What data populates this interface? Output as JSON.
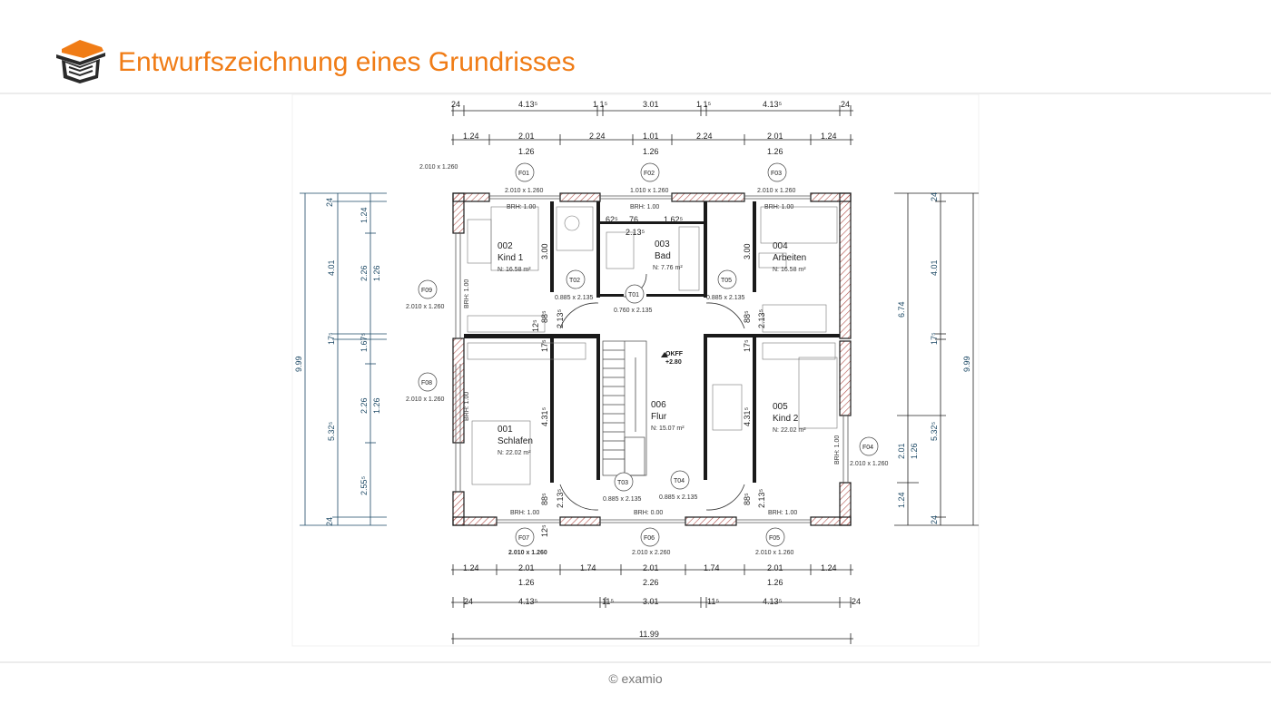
{
  "header": {
    "title": "Entwurfszeichnung eines Grundrisses",
    "logo_icon": "graduation-cap-icon",
    "accent_color": "#f07c16"
  },
  "footer": {
    "copyright": "© examio"
  },
  "plan": {
    "rooms": [
      {
        "number": "002",
        "name": "Kind 1",
        "area": "N: 16.58 m²"
      },
      {
        "number": "003",
        "name": "Bad",
        "area": "N: 7.76 m²"
      },
      {
        "number": "004",
        "name": "Arbeiten",
        "area": "N: 16.58 m²"
      },
      {
        "number": "001",
        "name": "Schlafen",
        "area": "N: 22.02 m²"
      },
      {
        "number": "006",
        "name": "Flur",
        "area": "N: 15.07 m²"
      },
      {
        "number": "005",
        "name": "Kind 2",
        "area": "N: 22.02 m²"
      }
    ],
    "top_dims_row1": [
      "24",
      "4.13⁵",
      "1 1⁵",
      "3.01",
      "1 1⁵",
      "4.13⁵",
      "24"
    ],
    "top_dims_row2": [
      "1.24",
      "2.01",
      "2.24",
      "1.01",
      "2.24",
      "2.01",
      "1.24"
    ],
    "top_dims_row2_sub": [
      "1.26",
      "1.26",
      "1.26"
    ],
    "bottom_dims_row1": [
      "1.24",
      "2.01",
      "1.74",
      "2.01",
      "1.74",
      "2.01",
      "1.24"
    ],
    "bottom_dims_row1_sub": [
      "1.26",
      "2.26",
      "1.26"
    ],
    "bottom_dims_row2": [
      "24",
      "4.13⁵",
      "11⁵",
      "3.01",
      "11⁵",
      "4.13⁵",
      "24"
    ],
    "total_width": "11.99",
    "left_dims_outer": [
      "24",
      "4.01",
      "17⁵",
      "5.32⁵",
      "24"
    ],
    "left_total": "9.99",
    "left_dims_inner": [
      "1.24",
      "2.26",
      "1.26",
      "1.67⁵",
      "2.26",
      "1.26",
      "2.55⁵"
    ],
    "right_dims": [
      "24",
      "4.01",
      "17⁵",
      "5.32⁵",
      "24"
    ],
    "right_total": "9.99",
    "right_mid": "6.74",
    "right_inner": [
      "2.01",
      "1.26",
      "1.24"
    ],
    "windows": [
      {
        "tag": "F01",
        "size": "2.010 x 1.260"
      },
      {
        "tag": "F02",
        "size": "1.010 x 1.260"
      },
      {
        "tag": "F03",
        "size": "2.010 x 1.260"
      },
      {
        "tag": "F09",
        "size": "2.010 x 1.260"
      },
      {
        "tag": "F08",
        "size": "2.010 x 1.260"
      },
      {
        "tag": "F04",
        "size": "2.010 x 1.260"
      },
      {
        "tag": "F07",
        "size": "2.010 x 1.260"
      },
      {
        "tag": "F06",
        "size": "2.010 x 2.260"
      },
      {
        "tag": "F05",
        "size": "2.010 x 1.260"
      }
    ],
    "topleft_size": "2.010 x 1.260",
    "doors": [
      {
        "tag": "T02",
        "size": "0.885 x 2.135"
      },
      {
        "tag": "T01",
        "size": "0.760 x 2.135"
      },
      {
        "tag": "T05",
        "size": "0.885 x 2.135"
      },
      {
        "tag": "T03",
        "size": "0.885 x 2.135"
      },
      {
        "tag": "T04",
        "size": "0.885 x 2.135"
      }
    ],
    "brh_top": "BRH: 1.00",
    "brh_side": "BRH: 1.00",
    "brh_bottom_left": "BRH: 1.00",
    "brh_bottom_mid": "BRH: 0.00",
    "brh_bottom_right": "BRH: 1.00",
    "room_heights": [
      "3.00",
      "3.00",
      "4.31⁵",
      "4.31⁵"
    ],
    "door_heights": [
      "2.13⁵",
      "2.13⁵",
      "2.13⁵",
      "2.13⁵",
      "2.13⁵"
    ],
    "misc_dims": [
      "62⁵",
      "76",
      "1.62⁵",
      "88⁵",
      "88⁵",
      "88⁵",
      "88⁵",
      "17⁵",
      "17⁵",
      "12⁵",
      "12⁵"
    ],
    "level_label": "OKFF",
    "level_value": "+2.80"
  }
}
